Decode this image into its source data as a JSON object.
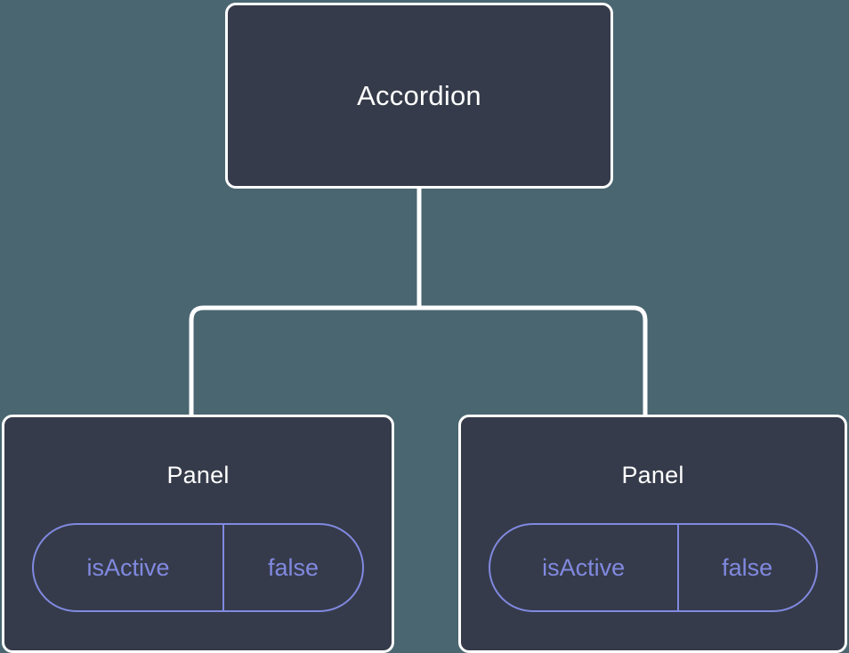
{
  "diagram": {
    "type": "component-tree",
    "background_color": "#4a6670",
    "node_fill_color": "#353b4a",
    "node_border_color": "#ffffff",
    "connector_color": "#ffffff",
    "accent_color": "#8189e0",
    "root": {
      "label": "Accordion"
    },
    "children": [
      {
        "label": "Panel",
        "state": {
          "key": "isActive",
          "value": "false"
        }
      },
      {
        "label": "Panel",
        "state": {
          "key": "isActive",
          "value": "false"
        }
      }
    ]
  }
}
